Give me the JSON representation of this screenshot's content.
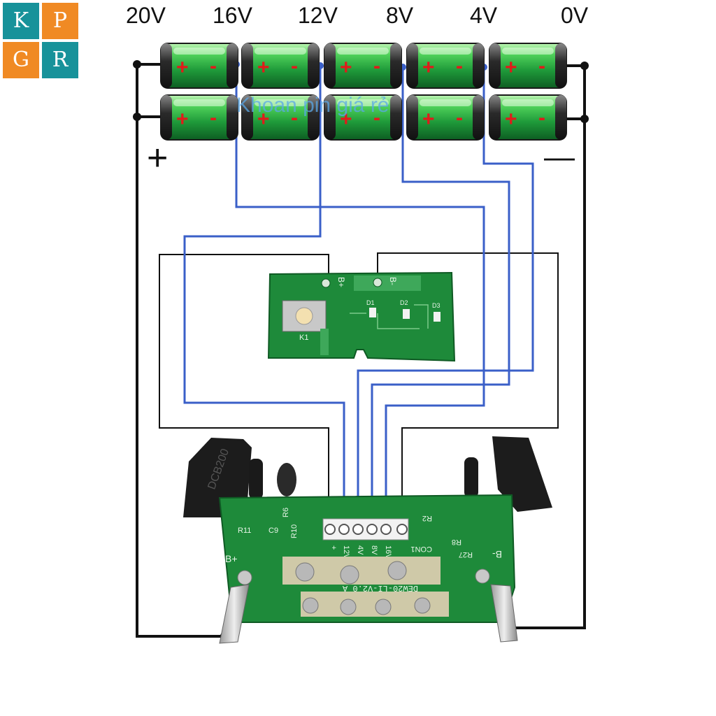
{
  "logo": {
    "tiles": [
      "K",
      "P",
      "G",
      "R"
    ],
    "colors": [
      "#17929a",
      "#f08a24",
      "#f08a24",
      "#17929a"
    ]
  },
  "voltage_labels": [
    "20V",
    "16V",
    "12V",
    "8V",
    "4V",
    "0V"
  ],
  "pack": {
    "plus": "+",
    "minus": "—"
  },
  "watermark": "Khoan pin giá rẻ",
  "cell": {
    "plus": "+",
    "minus": "-"
  },
  "led_board": {
    "b_plus": "B+",
    "b_minus": "B-",
    "d1": "D1",
    "d2": "D2",
    "d3": "D3",
    "k1": "K1"
  },
  "connector_pins": [
    "+",
    "12V",
    "4V",
    "8V",
    "16V"
  ],
  "main_board": {
    "silk": "DEW20-LI-V2.0 A",
    "con_label": "CON1",
    "b_plus": "B+",
    "b_minus": "B-",
    "refs": [
      "R11",
      "C9",
      "R10",
      "R6",
      "R2",
      "R8",
      "R27"
    ],
    "holder_text": "DCB200"
  },
  "colors": {
    "wire_black": "#111111",
    "wire_blue": "#3a5fc8",
    "pcb": "#1e8a3a",
    "cell": "#2fa24a"
  }
}
